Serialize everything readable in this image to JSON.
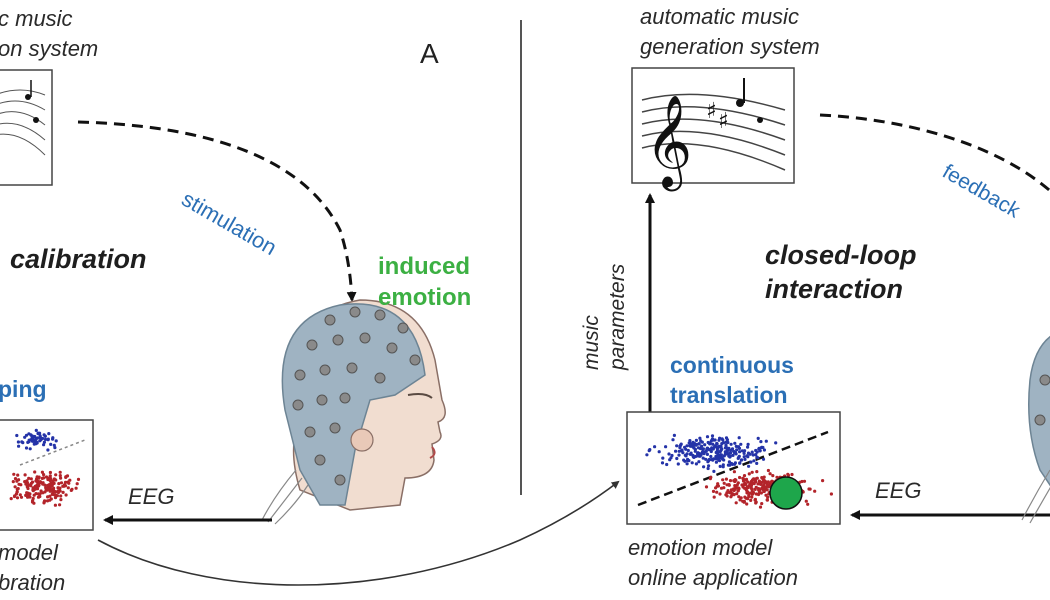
{
  "panel_label": "A",
  "left": {
    "system_label_line1": "c music",
    "system_label_line2": "on system",
    "stimulation": "stimulation",
    "calibration": "calibration",
    "induced_line1": "induced",
    "induced_line2": "emotion",
    "mapping": "ping",
    "eeg": "EEG",
    "model_line1": "model",
    "model_line2": "bration"
  },
  "right": {
    "system_label_line1": "automatic music",
    "system_label_line2": "generation system",
    "feedback": "feedback",
    "closed_line1": "closed-loop",
    "closed_line2": "interaction",
    "music_params_line1": "music",
    "music_params_line2": "parameters",
    "continuous_line1": "continuous",
    "continuous_line2": "translation",
    "eeg": "EEG",
    "model_line1": "emotion model",
    "model_line2": "online application"
  },
  "colors": {
    "blue_text": "#2b6fb5",
    "green_text": "#3cb043",
    "cap": "#9fb3c2",
    "blue_points": "#2433a8",
    "red_points": "#b3242a",
    "green_marker": "#1ea64b"
  }
}
